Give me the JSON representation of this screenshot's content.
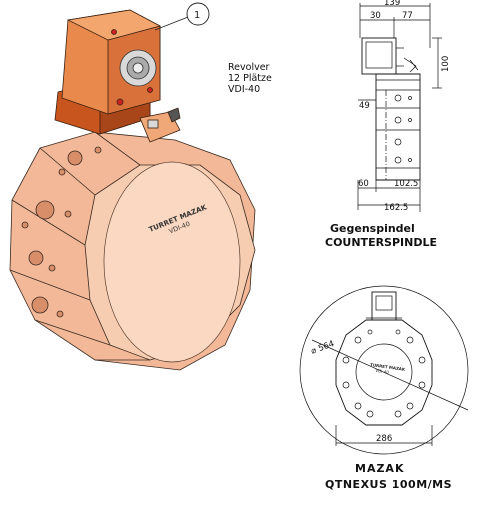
{
  "callout": {
    "number": "1"
  },
  "revolver": {
    "line1": "Revolver",
    "line2": "12 Plätze",
    "line3": "VDI-40"
  },
  "turret_label": {
    "line1": "TURRET MAZAK",
    "line2": "VDI-40"
  },
  "small_turret_label": {
    "line1": "TURRET MAZAK",
    "line2": "VDI-40"
  },
  "side_view": {
    "dim_total_top": "139",
    "dim_left_top": "30",
    "dim_right_top": "77",
    "dim_height": "100",
    "dim_mid": "49",
    "dim_bottom_left": "60",
    "dim_bottom_right": "102.5",
    "dim_bottom_total": "162.5"
  },
  "counterspindle": {
    "title_de": "Gegenspindel",
    "title_en": "COUNTERSPINDLE"
  },
  "front_view": {
    "diameter": "⌀ 564",
    "width": "286"
  },
  "machine": {
    "brand": "MAZAK",
    "model": "QTNEXUS  100M/MS"
  },
  "colors": {
    "turret_body": "#f5c4a4",
    "tool_holder": "#e87a3c",
    "dark_orange": "#c85a20"
  }
}
